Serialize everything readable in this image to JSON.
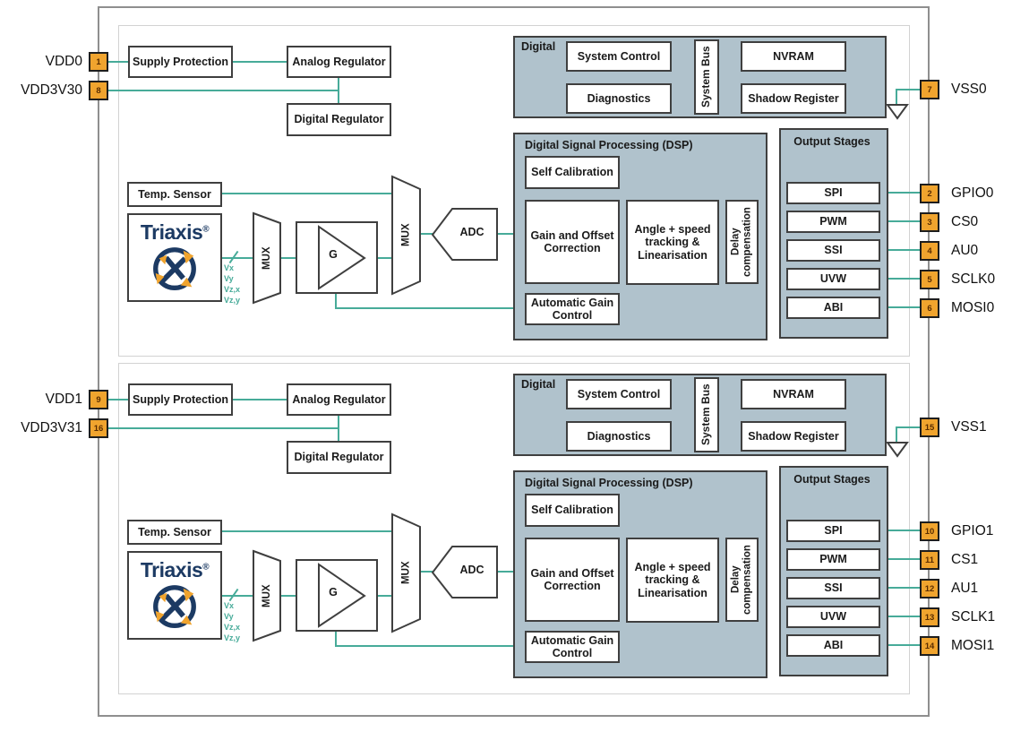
{
  "colors": {
    "accent_teal": "#47ab99",
    "block_fill": "#b0c2cc",
    "pin_orange": "#f0a42e",
    "logo_navy": "#1c3a63",
    "border_dark": "#3f3f3f"
  },
  "channels": [
    {
      "power_pins": [
        {
          "num": "1",
          "label": "VDD0"
        },
        {
          "num": "8",
          "label": "VDD3V30"
        }
      ],
      "vss_pin": {
        "num": "7",
        "label": "VSS0"
      },
      "io_pins": [
        {
          "num": "2",
          "label": "GPIO0"
        },
        {
          "num": "3",
          "label": "CS0"
        },
        {
          "num": "4",
          "label": "AU0"
        },
        {
          "num": "5",
          "label": "SCLK0"
        },
        {
          "num": "6",
          "label": "MOSI0"
        }
      ],
      "supply_protection": "Supply Protection",
      "analog_regulator": "Analog Regulator",
      "digital_regulator": "Digital Regulator",
      "temp_sensor": "Temp. Sensor",
      "triaxis": {
        "brand": "Triaxis",
        "reg": "®"
      },
      "mux1": "MUX",
      "mux2": "MUX",
      "gain": "G",
      "adc": "ADC",
      "signals": [
        "Vx",
        "Vy",
        "Vz,x",
        "Vz,y"
      ],
      "digital": {
        "title": "Digital",
        "system_control": "System Control",
        "diagnostics": "Diagnostics",
        "system_bus": "System Bus",
        "nvram": "NVRAM",
        "shadow_register": "Shadow Register"
      },
      "dsp": {
        "title": "Digital Signal Processing (DSP)",
        "self_calibration": "Self Calibration",
        "gain_offset": "Gain and Offset Correction",
        "angle_speed": "Angle + speed tracking & Linearisation",
        "delay_compensation": "Delay compensation",
        "agc": "Automatic Gain Control"
      },
      "output_stages": {
        "title": "Output Stages",
        "items": [
          "SPI",
          "PWM",
          "SSI",
          "UVW",
          "ABI"
        ]
      }
    },
    {
      "power_pins": [
        {
          "num": "9",
          "label": "VDD1"
        },
        {
          "num": "16",
          "label": "VDD3V31"
        }
      ],
      "vss_pin": {
        "num": "15",
        "label": "VSS1"
      },
      "io_pins": [
        {
          "num": "10",
          "label": "GPIO1"
        },
        {
          "num": "11",
          "label": "CS1"
        },
        {
          "num": "12",
          "label": "AU1"
        },
        {
          "num": "13",
          "label": "SCLK1"
        },
        {
          "num": "14",
          "label": "MOSI1"
        }
      ],
      "supply_protection": "Supply Protection",
      "analog_regulator": "Analog Regulator",
      "digital_regulator": "Digital Regulator",
      "temp_sensor": "Temp. Sensor",
      "triaxis": {
        "brand": "Triaxis",
        "reg": "®"
      },
      "mux1": "MUX",
      "mux2": "MUX",
      "gain": "G",
      "adc": "ADC",
      "signals": [
        "Vx",
        "Vy",
        "Vz,x",
        "Vz,y"
      ],
      "digital": {
        "title": "Digital",
        "system_control": "System Control",
        "diagnostics": "Diagnostics",
        "system_bus": "System Bus",
        "nvram": "NVRAM",
        "shadow_register": "Shadow Register"
      },
      "dsp": {
        "title": "Digital Signal Processing (DSP)",
        "self_calibration": "Self Calibration",
        "gain_offset": "Gain and Offset Correction",
        "angle_speed": "Angle + speed tracking & Linearisation",
        "delay_compensation": "Delay compensation",
        "agc": "Automatic Gain Control"
      },
      "output_stages": {
        "title": "Output Stages",
        "items": [
          "SPI",
          "PWM",
          "SSI",
          "UVW",
          "ABI"
        ]
      }
    }
  ]
}
